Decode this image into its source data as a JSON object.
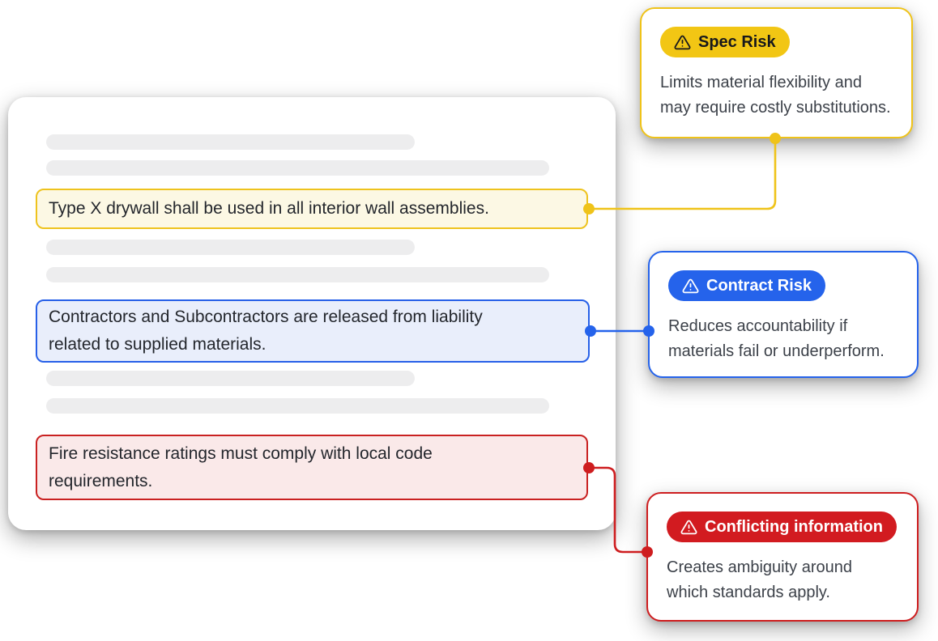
{
  "colors": {
    "background": "#FFFFFF",
    "document_bg": "#FFFFFF",
    "placeholder_bar": "#EDEDEE",
    "highlight_text": "#23262C",
    "note_text": "#3C4149",
    "spec": {
      "accent": "#EFC319",
      "badge_bg": "#F2C614",
      "badge_text": "#17181C",
      "highlight_bg": "#FCF8E4",
      "highlight_border": "#EEC31E"
    },
    "contract": {
      "accent": "#2563EB",
      "badge_bg": "#2563EB",
      "badge_text": "#FFFFFF",
      "highlight_bg": "#E9EEFB",
      "highlight_border": "#2760E8"
    },
    "conflict": {
      "accent": "#CE1D1F",
      "badge_bg": "#D21B20",
      "badge_text": "#FFFFFF",
      "highlight_bg": "#FAE9E9",
      "highlight_border": "#C92121"
    }
  },
  "document": {
    "placeholder_bar_count": 6,
    "highlights": [
      {
        "id": "spec",
        "text": "Type X drywall shall be used in all interior wall assemblies."
      },
      {
        "id": "contract",
        "text": "Contractors and Subcontractors are released from liability related to supplied materials."
      },
      {
        "id": "conflict",
        "text": "Fire resistance ratings must comply with local code requirements."
      }
    ]
  },
  "annotations": [
    {
      "id": "spec",
      "icon": "warning-triangle-icon",
      "badge": "Spec Risk",
      "description": "Limits material flexibility and may require costly substitutions."
    },
    {
      "id": "contract",
      "icon": "warning-triangle-icon",
      "badge": "Contract Risk",
      "description": "Reduces accountability if materials fail or underperform."
    },
    {
      "id": "conflict",
      "icon": "warning-triangle-icon",
      "badge": "Conflicting information",
      "description": "Creates ambiguity around which standards apply."
    }
  ]
}
